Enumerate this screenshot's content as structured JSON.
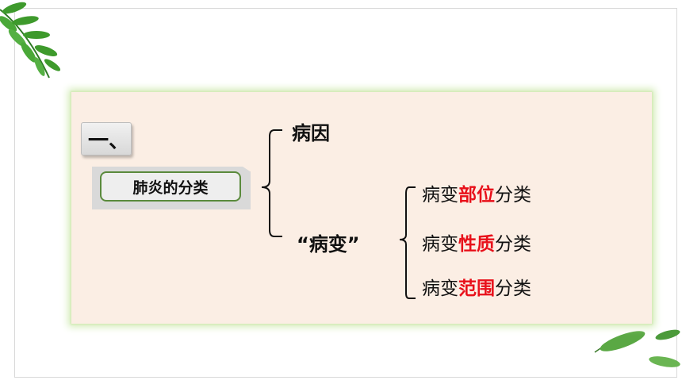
{
  "badge": {
    "text": "一、"
  },
  "topic": {
    "label": "肺炎的分类"
  },
  "level1": {
    "cause": "病因",
    "lesion": "“病变”"
  },
  "level2": [
    {
      "prefix": "病变",
      "highlight": "部位",
      "suffix": "分类"
    },
    {
      "prefix": "病变",
      "highlight": "性质",
      "suffix": "分类"
    },
    {
      "prefix": "病变",
      "highlight": "范围",
      "suffix": "分类"
    }
  ],
  "colors": {
    "panel": "#fbeee4",
    "panel_glow": "#d4ecb8",
    "highlight": "#e8101a",
    "label_border": "#5a8a3c",
    "leaf": "#3e9a2c"
  }
}
